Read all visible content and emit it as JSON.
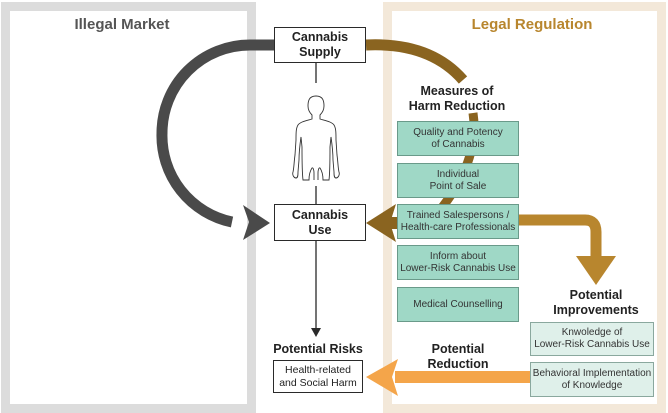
{
  "panels": {
    "illegal_market": {
      "title": "Illegal Market",
      "color": "#555555",
      "border_color": "#dcdcdc"
    },
    "legal_regulation": {
      "title": "Legal Regulation",
      "color": "#b8862e",
      "border_color": "#f3e8d9"
    }
  },
  "nodes": {
    "cannabis_supply": {
      "line1": "Cannabis",
      "line2": "Supply"
    },
    "cannabis_use": {
      "line1": "Cannabis",
      "line2": "Use"
    },
    "potential_risks": {
      "title": "Potential Risks",
      "line1": "Health-related",
      "line2": "and Social Harm"
    }
  },
  "person_icon": "human-body-outline-icon",
  "measures": {
    "title_line1": "Measures of",
    "title_line2": "Harm Reduction",
    "items": [
      {
        "line1": "Quality and Potency",
        "line2": "of Cannabis"
      },
      {
        "line1": "Individual",
        "line2": "Point of Sale"
      },
      {
        "line1": "Trained Salespersons /",
        "line2": "Health-care Professionals"
      },
      {
        "line1": "Inform about",
        "line2": "Lower-Risk Cannabis Use"
      },
      {
        "line1": "Medical Counselling",
        "line2": ""
      }
    ],
    "color": "#9fd8c6"
  },
  "improvements": {
    "title_line1": "Potential",
    "title_line2": "Improvements",
    "items": [
      {
        "line1": "Knwoledge of",
        "line2": "Lower-Risk Cannabis Use"
      },
      {
        "line1": "Behavioral Implementation",
        "line2": "of Knowledge"
      }
    ],
    "color": "#dff0ea"
  },
  "reduction": {
    "title_line1": "Potential",
    "title_line2": "Reduction"
  },
  "arrow_colors": {
    "illegal": "#4a4a4a",
    "legal_supply": "#8a6420",
    "improvement": "#b8862e",
    "reduction": "#f4a54a"
  }
}
